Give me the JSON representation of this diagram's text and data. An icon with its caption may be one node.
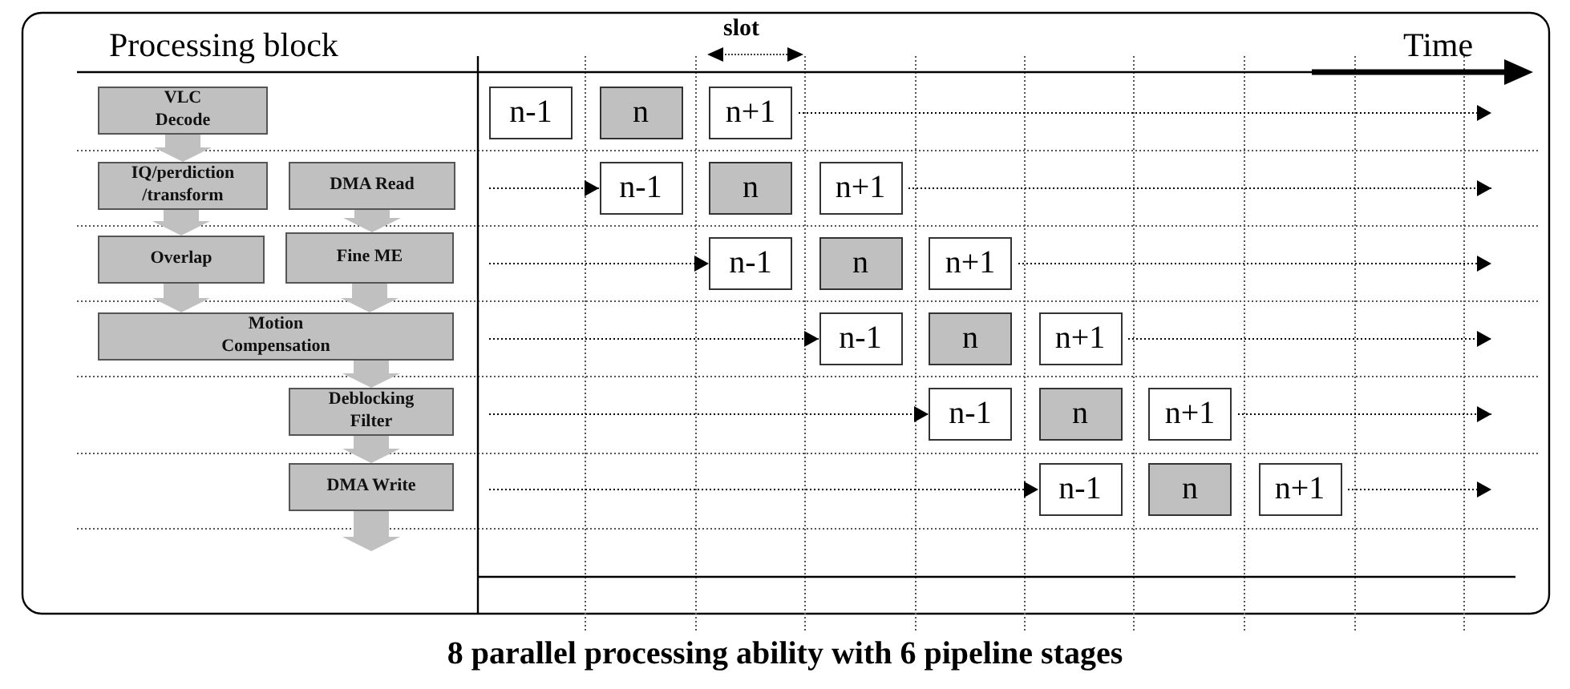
{
  "diagram": {
    "caption": "8 parallel processing ability with 6 pipeline stages",
    "nodes": [
      {
        "text": [
          "VLC Decode"
        ]
      },
      {
        "text": [
          "IQ/perdiction /transform"
        ]
      },
      {
        "text": [
          "DMA Read"
        ]
      },
      {
        "text": [
          "Overlap"
        ]
      },
      {
        "text": [
          "Fine ME"
        ]
      },
      {
        "text": [
          "Motion Compensation"
        ]
      },
      {
        "text": [
          "Deblocking Filter"
        ]
      },
      {
        "text": [
          "DMA Write"
        ]
      },
      {
        "text": [
          "n-1"
        ]
      },
      {
        "text": [
          "n"
        ]
      },
      {
        "text": [
          "n+1"
        ]
      },
      {
        "text": [
          "n-1"
        ]
      },
      {
        "text": [
          "n"
        ]
      },
      {
        "text": [
          "n+1"
        ]
      },
      {
        "text": [
          "n-1"
        ]
      },
      {
        "text": [
          "n"
        ]
      },
      {
        "text": [
          "n+1"
        ]
      },
      {
        "text": [
          "n-1"
        ]
      },
      {
        "text": [
          "n"
        ]
      },
      {
        "text": [
          "n+1"
        ]
      },
      {
        "text": [
          "n-1"
        ]
      },
      {
        "text": [
          "n"
        ]
      },
      {
        "text": [
          "n+1"
        ]
      },
      {
        "text": [
          "n-1"
        ]
      },
      {
        "text": [
          "n"
        ]
      },
      {
        "text": [
          "n+1"
        ]
      }
    ],
    "edges": [
      {
        "from": 0,
        "to": 1,
        "arrow": "to",
        "style": "thick",
        "color": "#c0c0c0"
      },
      {
        "from": 1,
        "to": 3,
        "arrow": "to",
        "style": "thick",
        "color": "#c0c0c0"
      },
      {
        "from": 2,
        "to": 4,
        "arrow": "to",
        "style": "thick",
        "color": "#c0c0c0"
      },
      {
        "from": 3,
        "to": 5,
        "arrow": "to",
        "style": "thick",
        "color": "#c0c0c0"
      },
      {
        "from": 4,
        "to": 5,
        "arrow": "to",
        "style": "thick",
        "color": "#c0c0c0"
      },
      {
        "from": 5,
        "to": 6,
        "arrow": "to",
        "style": "thick",
        "color": "#c0c0c0"
      },
      {
        "from": 6,
        "to": 7,
        "arrow": "to",
        "style": "thick",
        "color": "#c0c0c0"
      },
      {
        "from": 7,
        "to": null,
        "arrow": "to",
        "style": "thick",
        "color": "#c0c0c0"
      },
      {
        "from": 10,
        "to": null,
        "arrow": "to",
        "style": "dashed"
      },
      {
        "from": null,
        "to": 11,
        "arrow": "to",
        "style": "dashed"
      },
      {
        "from": 13,
        "to": null,
        "arrow": "to",
        "style": "dashed"
      },
      {
        "from": null,
        "to": 14,
        "arrow": "to",
        "style": "dashed"
      },
      {
        "from": 16,
        "to": null,
        "arrow": "to",
        "style": "dashed"
      },
      {
        "from": null,
        "to": 17,
        "arrow": "to",
        "style": "dashed"
      },
      {
        "from": 19,
        "to": null,
        "arrow": "to",
        "style": "dashed"
      },
      {
        "from": null,
        "to": 20,
        "arrow": "to",
        "style": "dashed"
      },
      {
        "from": 22,
        "to": null,
        "arrow": "to",
        "style": "dashed"
      },
      {
        "from": null,
        "to": 23,
        "arrow": "to",
        "style": "dashed"
      },
      {
        "from": 25,
        "to": null,
        "arrow": "to",
        "style": "dashed"
      }
    ],
    "labels": [
      "Processing block",
      "slot",
      "Time"
    ]
  }
}
